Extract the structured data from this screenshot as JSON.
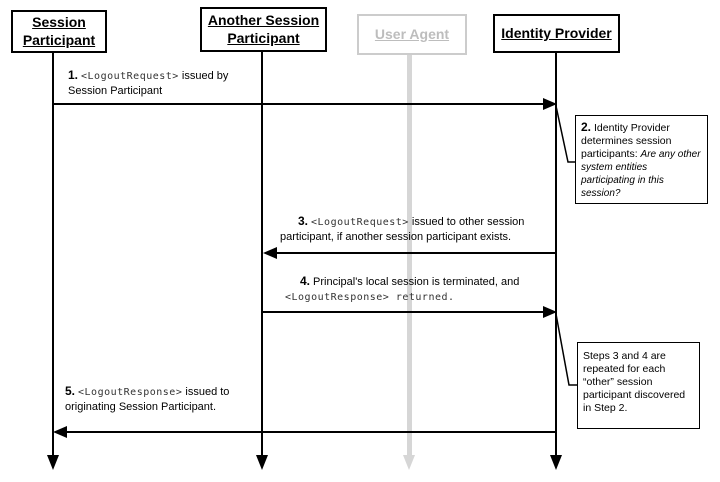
{
  "actors": [
    {
      "id": "session-participant",
      "label": "Session Participant"
    },
    {
      "id": "another-session-participant",
      "label": "Another Session Participant"
    },
    {
      "id": "user-agent",
      "label": "User Agent"
    },
    {
      "id": "identity-provider",
      "label": "Identity Provider"
    }
  ],
  "messages": [
    {
      "num": "1.",
      "mono": "<LogoutRequest>",
      "text": " issued by",
      "line2": "Session Participant",
      "from": "Session Participant",
      "to": "Identity Provider"
    },
    {
      "num": "3.",
      "mono": "<LogoutRequest>",
      "text": " issued to other session",
      "line2": "participant, if another session participant exists.",
      "from": "Identity Provider",
      "to": "Another Session Participant"
    },
    {
      "num": "4.",
      "text": "Principal's local session is terminated, and",
      "line2_mono": "<LogoutResponse> returned.",
      "from": "Another Session Participant",
      "to": "Identity Provider"
    },
    {
      "num": "5.",
      "mono": "<LogoutResponse>",
      "text": " issued to",
      "line2": "originating Session Participant.",
      "from": "Identity Provider",
      "to": "Session Participant"
    }
  ],
  "notes": [
    {
      "num": "2.",
      "text": "Identity Provider determines session participants: ",
      "question": "Are any other system entities participating in this session?"
    },
    {
      "text": "Steps 3 and 4 are repeated for each “other” session participant discovered in Step 2."
    }
  ],
  "colors": {
    "line": "#000000",
    "muted_border": "#cccccc",
    "muted_text": "#bdbdbd",
    "muted_lifeline": "#d6d6d6"
  }
}
